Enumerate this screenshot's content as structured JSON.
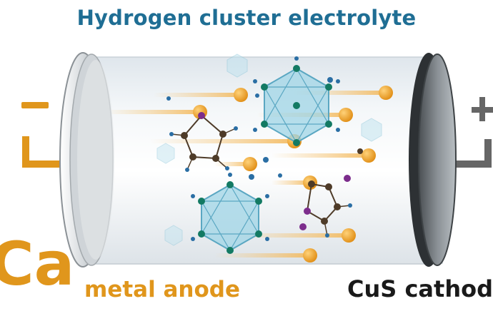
{
  "title": "Hydrogen cluster electrolyte",
  "anode": {
    "symbol": "Ca",
    "label": "metal anode"
  },
  "cathode": {
    "label": "CuS cathode"
  },
  "terminals": {
    "negative": "−",
    "positive": "+"
  },
  "colors": {
    "title": "#1f6e94",
    "anode_text": "#e0961c",
    "cathode_text": "#1a1a1a",
    "calcium_ion": "#e89a1f",
    "cluster": "#7fc3dc",
    "cluster_node": "#137a63",
    "molecule_dark": "#4e3b28",
    "molecule_purple": "#7c2d8c",
    "molecule_blue": "#2a6ea4",
    "wire_negative": "#e0961c",
    "wire_positive": "#666666"
  },
  "icons": {
    "ion": "calcium-ion-icon",
    "cluster": "hydrogen-cluster-icon",
    "molecule": "solvent-molecule-icon"
  }
}
